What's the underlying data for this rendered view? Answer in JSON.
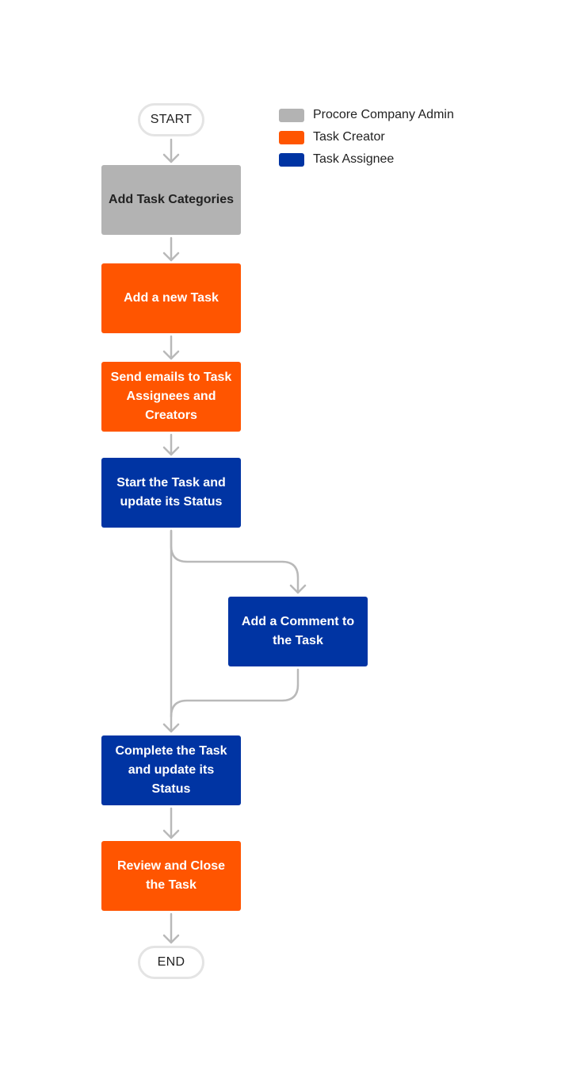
{
  "legend": {
    "items": [
      {
        "label": "Procore Company Admin",
        "color": "#b3b3b3"
      },
      {
        "label": "Task Creator",
        "color": "#ff5500"
      },
      {
        "label": "Task Assignee",
        "color": "#0034a3"
      }
    ]
  },
  "flow": {
    "start": "START",
    "end": "END",
    "steps": {
      "add_categories": {
        "lines": [
          "Add Task Categories"
        ],
        "role": "Procore Company Admin"
      },
      "add_task": {
        "lines": [
          "Add a new Task"
        ],
        "role": "Task Creator"
      },
      "send_emails": {
        "lines": [
          "Send emails to Task",
          "Assignees and",
          "Creators"
        ],
        "role": "Task Creator"
      },
      "start_task": {
        "lines": [
          "Start the Task and",
          "update its Status"
        ],
        "role": "Task Assignee"
      },
      "add_comment": {
        "lines": [
          "Add a Comment to",
          "the Task"
        ],
        "role": "Task Assignee"
      },
      "complete_task": {
        "lines": [
          "Complete the Task",
          "and update its",
          "Status"
        ],
        "role": "Task Assignee"
      },
      "review_close": {
        "lines": [
          "Review and Close",
          "the Task"
        ],
        "role": "Task Creator"
      }
    }
  },
  "colors": {
    "connector": "#b3b3b3",
    "terminal_border": "#e4e4e4"
  }
}
